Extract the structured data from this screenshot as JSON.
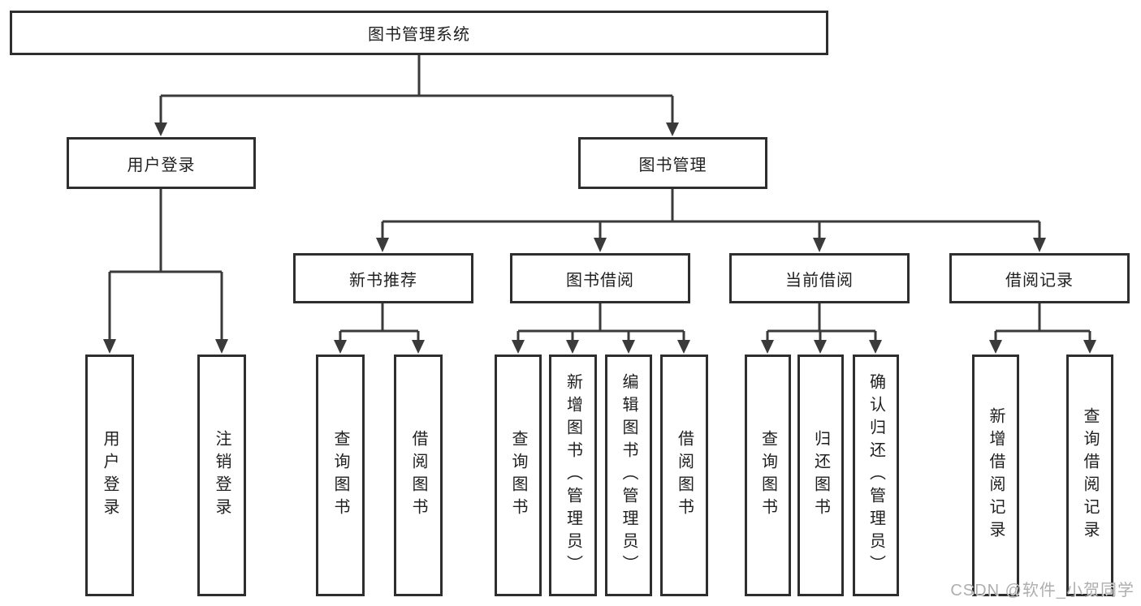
{
  "diagram": {
    "type": "hierarchy-tree",
    "orientation": "top-down",
    "tree": {
      "label": "图书管理系统",
      "children": [
        {
          "label": "用户登录",
          "children": [
            {
              "label": "用户登录"
            },
            {
              "label": "注销登录"
            }
          ]
        },
        {
          "label": "图书管理",
          "children": [
            {
              "label": "新书推荐",
              "children": [
                {
                  "label": "查询图书"
                },
                {
                  "label": "借阅图书"
                }
              ]
            },
            {
              "label": "图书借阅",
              "children": [
                {
                  "label": "查询图书"
                },
                {
                  "label": "新增图书（管理员）"
                },
                {
                  "label": "编辑图书（管理员）"
                },
                {
                  "label": "借阅图书"
                }
              ]
            },
            {
              "label": "当前借阅",
              "children": [
                {
                  "label": "查询图书"
                },
                {
                  "label": "归还图书"
                },
                {
                  "label": "确认归还（管理员）"
                }
              ]
            },
            {
              "label": "借阅记录",
              "children": [
                {
                  "label": "新增借阅记录"
                },
                {
                  "label": "查询借阅记录"
                }
              ]
            }
          ]
        }
      ]
    },
    "colors": {
      "line": "#3a3a3a",
      "box_border": "#2e2e2e",
      "text": "#1f1f1f",
      "background": "#ffffff",
      "watermark": "#a5a5a5"
    }
  },
  "watermark": {
    "text": "CSDN @软件_小贺同学"
  }
}
